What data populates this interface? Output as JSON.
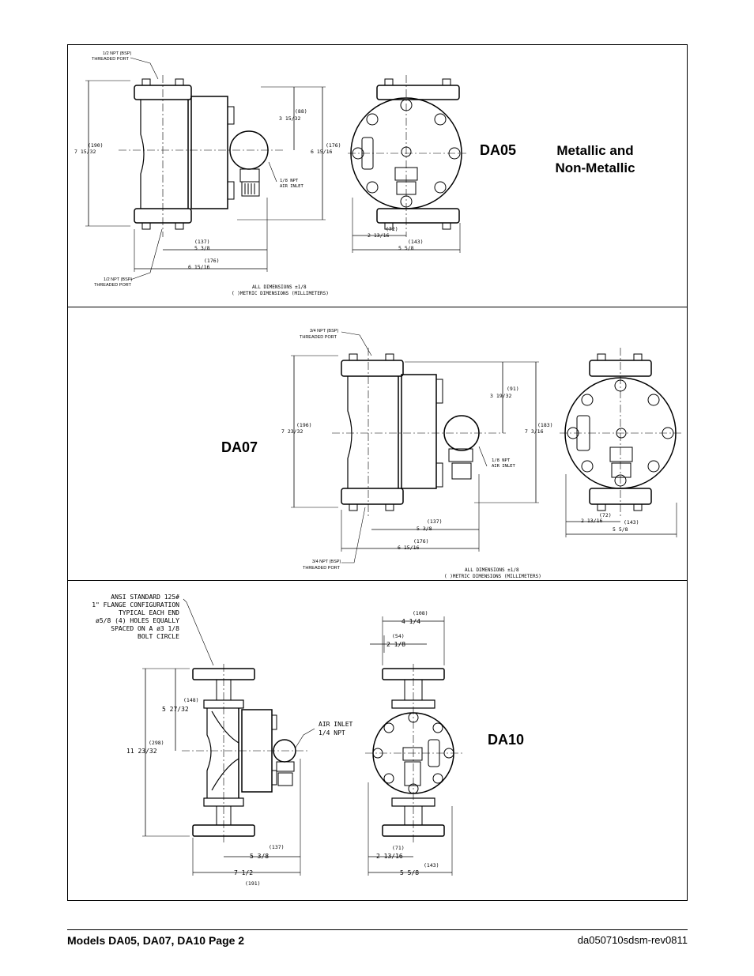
{
  "panels": {
    "da05": {
      "model": "DA05",
      "subtitle_line1": "Metallic and",
      "subtitle_line2": "Non-Metallic",
      "port_top": [
        "1/2 NPT (BSP)",
        "THREADED PORT"
      ],
      "port_bottom": [
        "1/2 NPT (BSP)",
        "THREADED PORT"
      ],
      "air_inlet": [
        "1/8 NPT",
        "AIR INLET"
      ],
      "dims": {
        "height_mm": "(190)",
        "height_in": "7 15/32",
        "half_mm": "(88)",
        "half_in": "3 15/32",
        "center_mm": "(176)",
        "center_in": "6 15/16",
        "w1_mm": "(137)",
        "w1_in": "5 3/8",
        "w2_mm": "(176)",
        "w2_in": "6 15/16",
        "e1_mm": "(72)",
        "e1_in": "2 13/16",
        "e2_mm": "(143)",
        "e2_in": "5 5/8"
      },
      "notes": [
        "ALL DIMENSIONS ±1/8",
        "( )METRIC DIMENSIONS (MILLIMETERS)"
      ]
    },
    "da07": {
      "model": "DA07",
      "port_top": [
        "3/4 NPT (BSP)",
        "THREADED PORT"
      ],
      "port_bottom": [
        "3/4 NPT (BSP)",
        "THREADED PORT"
      ],
      "air_inlet": [
        "1/8 NPT",
        "AIR INLET"
      ],
      "dims": {
        "height_mm": "(196)",
        "height_in": "7 23/32",
        "half_mm": "(91)",
        "half_in": "3 19/32",
        "center_mm": "(183)",
        "center_in": "7 3/16",
        "w1_mm": "(137)",
        "w1_in": "5 3/8",
        "w2_mm": "(176)",
        "w2_in": "6 15/16",
        "e1_mm": "(72)",
        "e1_in": "2 13/16",
        "e2_mm": "(143)",
        "e2_in": "5 5/8"
      },
      "notes": [
        "ALL DIMENSIONS ±1/8",
        "( )METRIC DIMENSIONS (MILLIMETERS)"
      ]
    },
    "da10": {
      "model": "DA10",
      "flange_note": [
        "ANSI STANDARD 125#",
        "1\" FLANGE CONFIGURATION",
        "TYPICAL EACH END",
        "ø5/8 (4) HOLES EQUALLY",
        "SPACED ON A ø3 1/8",
        "BOLT CIRCLE"
      ],
      "air_inlet": [
        "AIR INLET",
        "1/4 NPT"
      ],
      "dims": {
        "half_mm": "(148)",
        "half_in": "5 27/32",
        "height_mm": "(298)",
        "height_in": "11 23/32",
        "w1_mm": "(137)",
        "w1_in": "5 3/8",
        "w2_in": "7 1/2",
        "w2_mm": "(191)",
        "top_mm": "(108)",
        "top_in": "4 1/4",
        "flange_mm": "(54)",
        "flange_in": "2 1/8",
        "e1_mm": "(71)",
        "e1_in": "2 13/16",
        "e2_mm": "(143)",
        "e2_in": "5 5/8"
      }
    }
  },
  "footer": {
    "left": "Models DA05, DA07, DA10 Page 2",
    "right": "da050710sdsm-rev0811"
  }
}
